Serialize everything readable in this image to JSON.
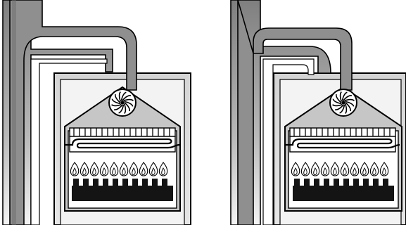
{
  "diagram": {
    "panels": [
      {
        "name": "left-boiler",
        "components": [
          "flue-pipe",
          "air-intake-pipe",
          "fan",
          "heat-exchanger",
          "burner-flames",
          "burner"
        ]
      },
      {
        "name": "right-boiler",
        "components": [
          "flue-pipe",
          "air-intake-pipe",
          "fan",
          "heat-exchanger",
          "burner-flames",
          "burner"
        ]
      }
    ],
    "colors": {
      "pipe_dark": "#8c8c8c",
      "pipe_light": "#f2f2f2",
      "casing": "#d9d9d9",
      "chamber_fill": "#c8c8c8",
      "outline": "#000000",
      "burner": "#1a1a1a"
    },
    "icons": [
      "fan-icon",
      "flame-icon"
    ]
  }
}
